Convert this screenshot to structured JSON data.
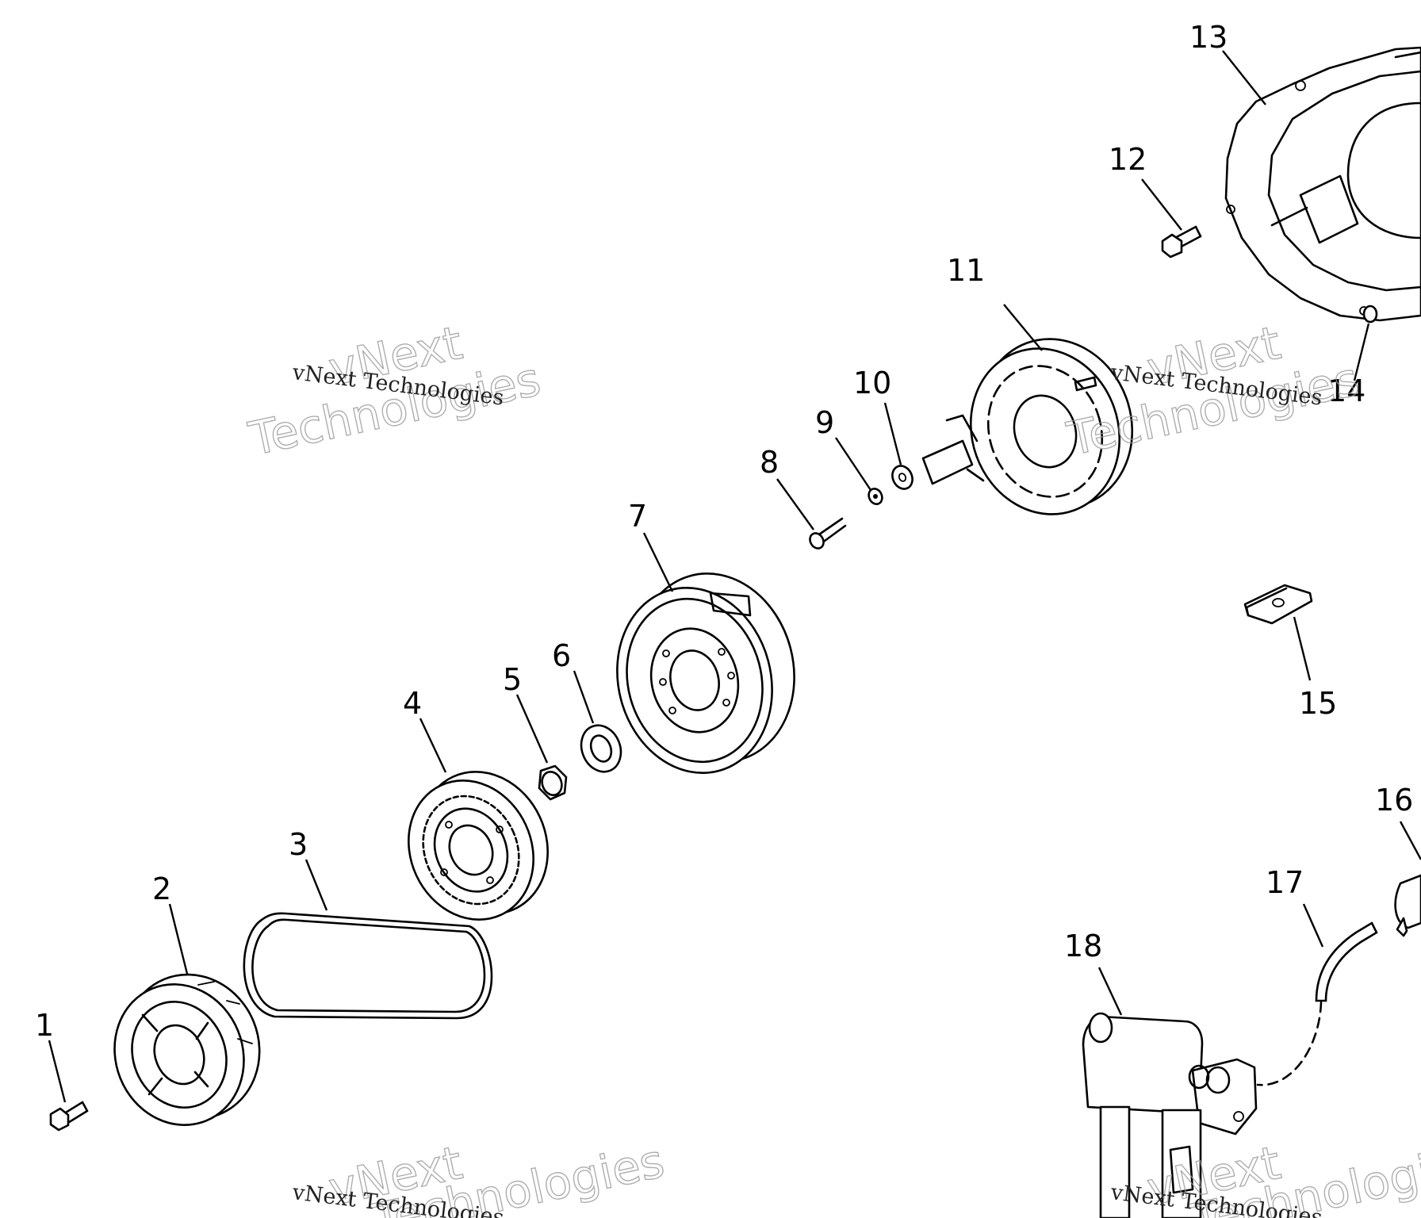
{
  "callouts": [
    "1",
    "2",
    "3",
    "4",
    "5",
    "6",
    "7",
    "8",
    "9",
    "10",
    "11",
    "12",
    "13",
    "14",
    "15",
    "16",
    "17",
    "18"
  ],
  "watermark": {
    "small": "vNext Technologies",
    "big_line1": "vNext",
    "big_line2": "Technologies"
  }
}
